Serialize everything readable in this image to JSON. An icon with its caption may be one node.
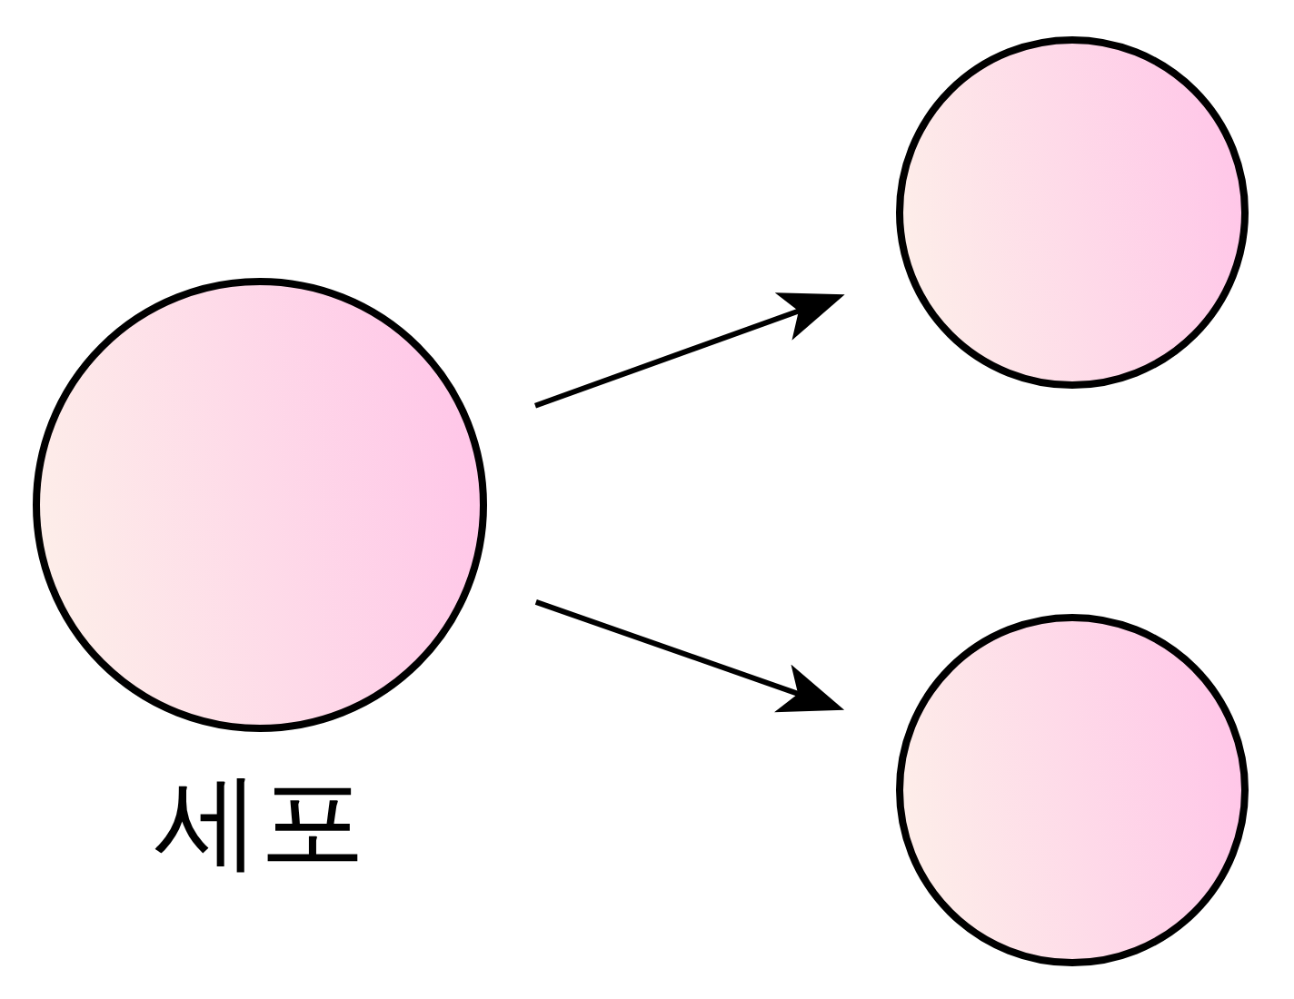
{
  "diagram": {
    "nodes": [
      {
        "text": [],
        "shape": "circle",
        "beside": [
          "세포"
        ]
      },
      {
        "text": [],
        "shape": "circle"
      },
      {
        "text": [],
        "shape": "circle"
      }
    ],
    "edges": [
      {
        "from": 0,
        "to": 1,
        "arrow": "to"
      },
      {
        "from": 0,
        "to": 2,
        "arrow": "to"
      }
    ]
  }
}
